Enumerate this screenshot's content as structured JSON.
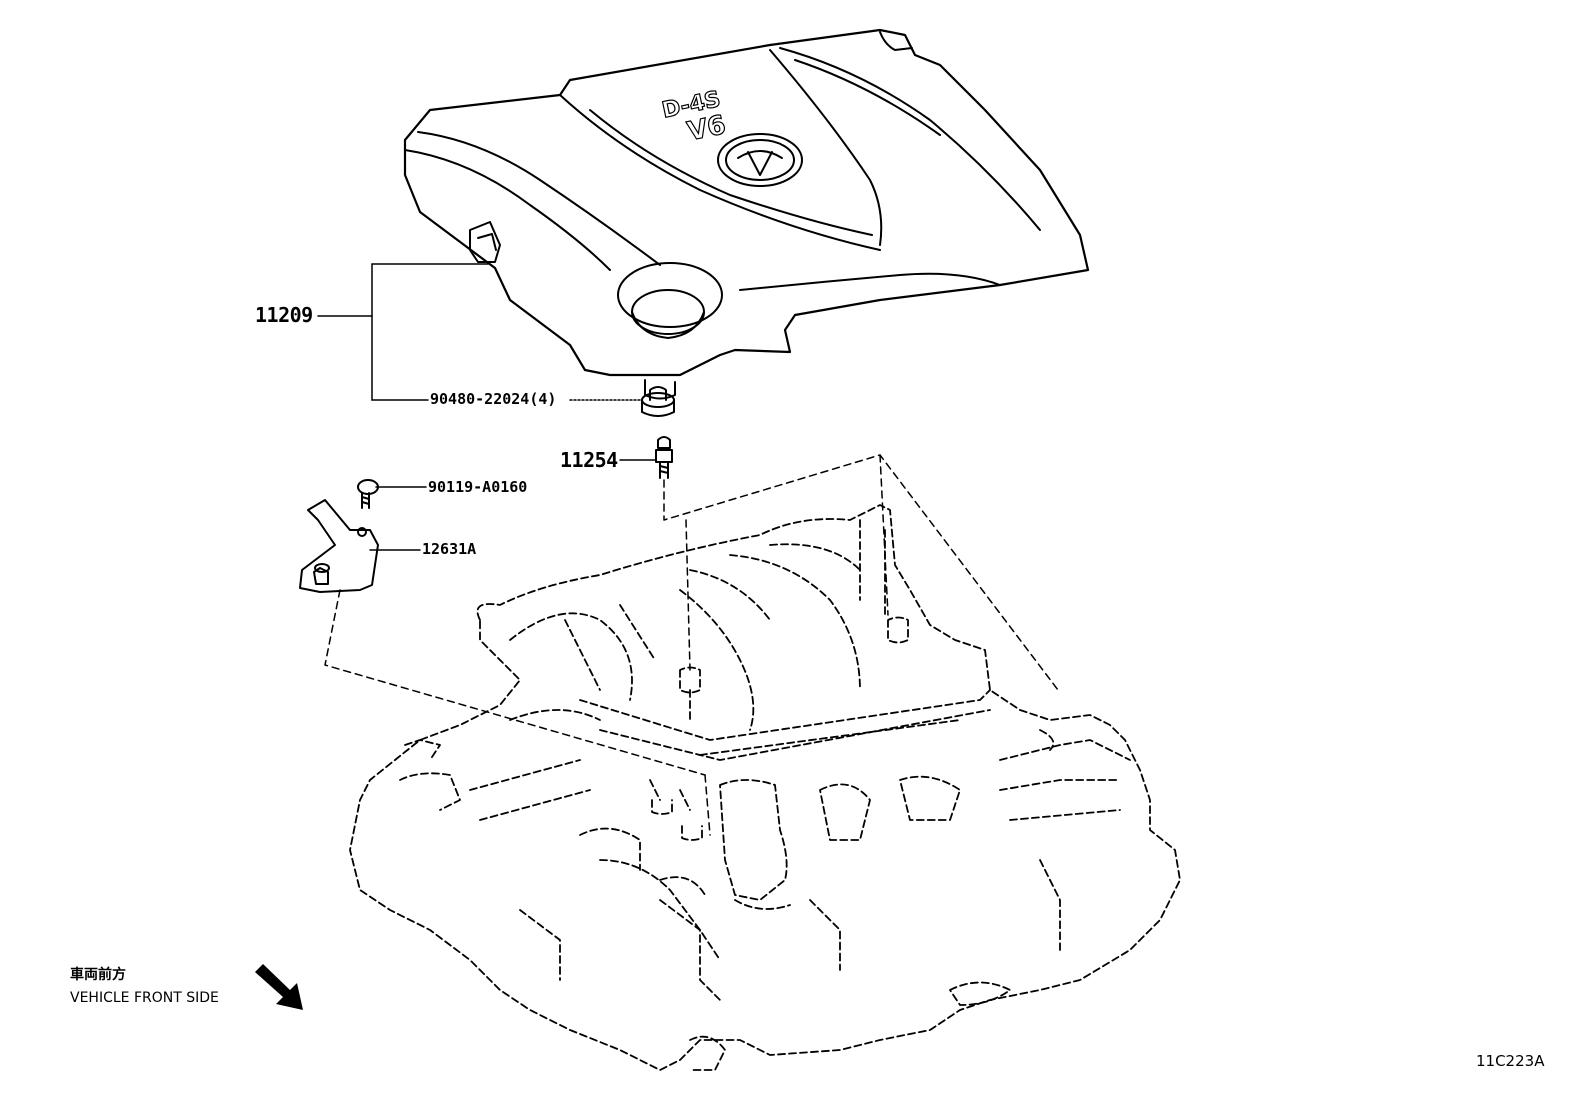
{
  "callouts": {
    "engine_cover": "11209",
    "cover_grommet": "90480-22024(4)",
    "stud_bolt": "11254",
    "hanger_bolt": "90119-A0160",
    "engine_hanger": "12631A"
  },
  "cover_emblem": {
    "line1": "D-4S",
    "line2": "V6"
  },
  "orientation": {
    "japanese": "車両前方",
    "english": "VEHICLE FRONT SIDE"
  },
  "illustration_code": "11C223A",
  "colors": {
    "ink": "#000000",
    "paper": "#ffffff"
  }
}
